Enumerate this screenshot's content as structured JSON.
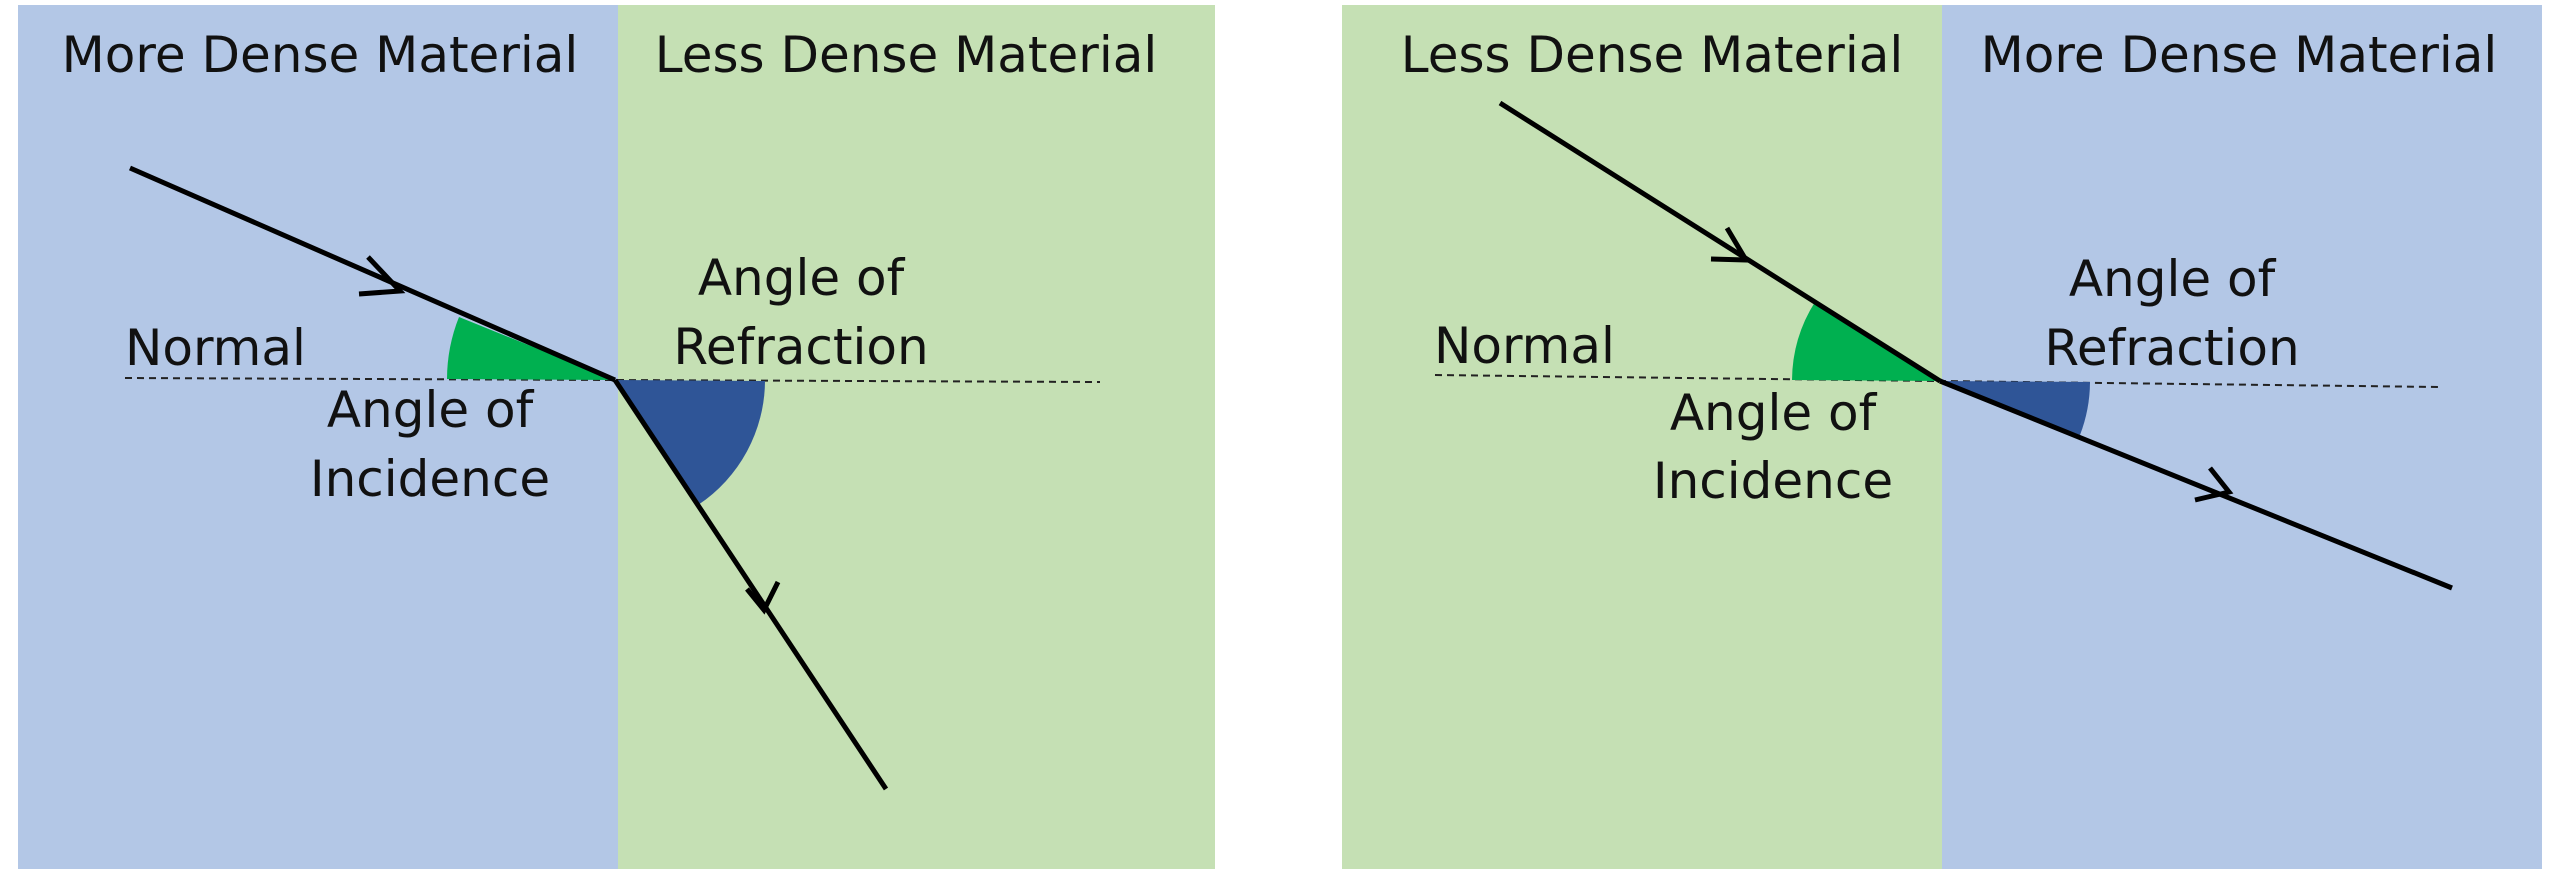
{
  "panels": [
    {
      "left_material": "More Dense Material",
      "right_material": "Less Dense Material",
      "normal_label": "Normal",
      "incidence_label": [
        "Angle of",
        "Incidence"
      ],
      "refraction_label": [
        "Angle of",
        "Refraction"
      ]
    },
    {
      "left_material": "Less Dense Material",
      "right_material": "More Dense Material",
      "normal_label": "Normal",
      "incidence_label": [
        "Angle of",
        "Incidence"
      ],
      "refraction_label": [
        "Angle of",
        "Refraction"
      ]
    }
  ],
  "colors": {
    "more_dense": "#b3c7e6",
    "less_dense": "#c5e0b4",
    "incidence_angle": "#00b050",
    "refraction_angle": "#2f5597",
    "ray": "#000000"
  }
}
